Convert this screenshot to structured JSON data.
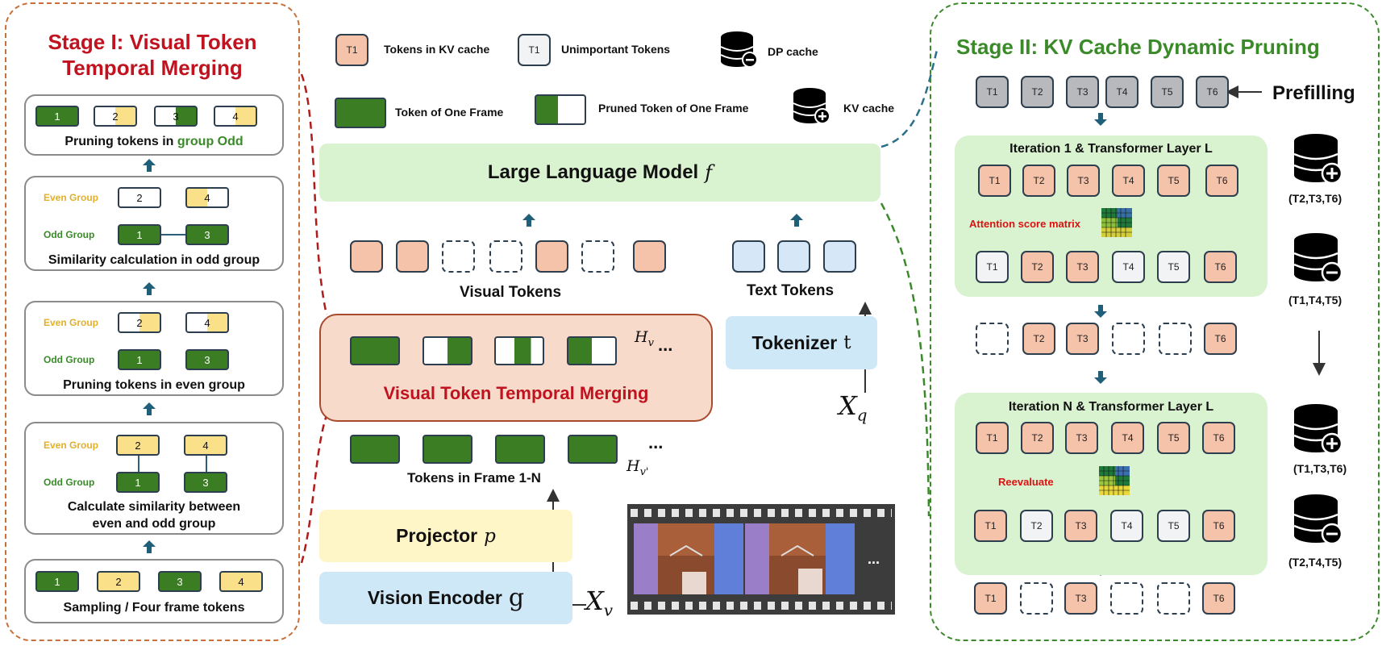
{
  "stage1": {
    "title_line1": "Stage I: Visual Token",
    "title_line2": "Temporal Merging",
    "steps": {
      "prune_odd_prefix": "Pruning tokens in ",
      "prune_odd_highlight": "group Odd",
      "similarity_odd": "Similarity calculation in odd group",
      "prune_even": "Pruning tokens in even group",
      "calc_sim_line1": "Calculate similarity between",
      "calc_sim_line2": "even and odd group",
      "sampling": "Sampling / Four frame tokens"
    },
    "even_group": "Even Group",
    "odd_group": "Odd Group",
    "nums": [
      "1",
      "2",
      "3",
      "4"
    ]
  },
  "legend": {
    "kv_token": "T1",
    "kv_label": "Tokens in KV cache",
    "unimp_token": "T1",
    "unimp_label": "Unimportant Tokens",
    "dp_label": "DP cache",
    "frame_label": "Token of One Frame",
    "pruned_label": "Pruned Token of One Frame",
    "kv_cache_label": "KV cache"
  },
  "middle": {
    "llm_label": "Large Language Model",
    "llm_sym": "f",
    "visual_tokens": "Visual Tokens",
    "text_tokens": "Text Tokens",
    "vttm_label": "Visual Token Temporal Merging",
    "hv": "H",
    "hv_sub": "v",
    "hv2_sub": "v'",
    "ellipsis": "...",
    "tokenizer": "Tokenizer",
    "tokenizer_sym": "t",
    "xq": "X",
    "xq_sub": "q",
    "frames_label": "Tokens in Frame 1-N",
    "projector": "Projector",
    "projector_sym": "p",
    "vision_encoder": "Vision Encoder",
    "vision_sym": "g",
    "xv": "X",
    "xv_sub": "v",
    "film_dots": "..."
  },
  "stage2": {
    "title": "Stage II: KV Cache Dynamic Pruning",
    "prefilling": "Prefilling",
    "iter1": "Iteration 1 & Transformer Layer L",
    "iterN": "Iteration N & Transformer Layer L",
    "attention": "Attention score matrix",
    "reevaluate": "Reevaluate",
    "tokens": [
      "T1",
      "T2",
      "T3",
      "T4",
      "T5",
      "T6"
    ],
    "cache1": "(T2,T3,T6)",
    "cache2": "(T1,T4,T5)",
    "cache3": "(T1,T3,T6)",
    "cache4": "(T2,T4,T5)"
  },
  "colors": {
    "stage1_title": "#c0121f",
    "stage2_title": "#3a8a2a",
    "green_token": "#3a7d23",
    "pink_token": "#f5c2aa",
    "yellow_token": "#fbe08a",
    "llm_bg": "#d9f2d0",
    "vttm_bg": "#f8dacb",
    "projector_bg": "#fff6c8",
    "encoder_bg": "#cfe8f8"
  }
}
